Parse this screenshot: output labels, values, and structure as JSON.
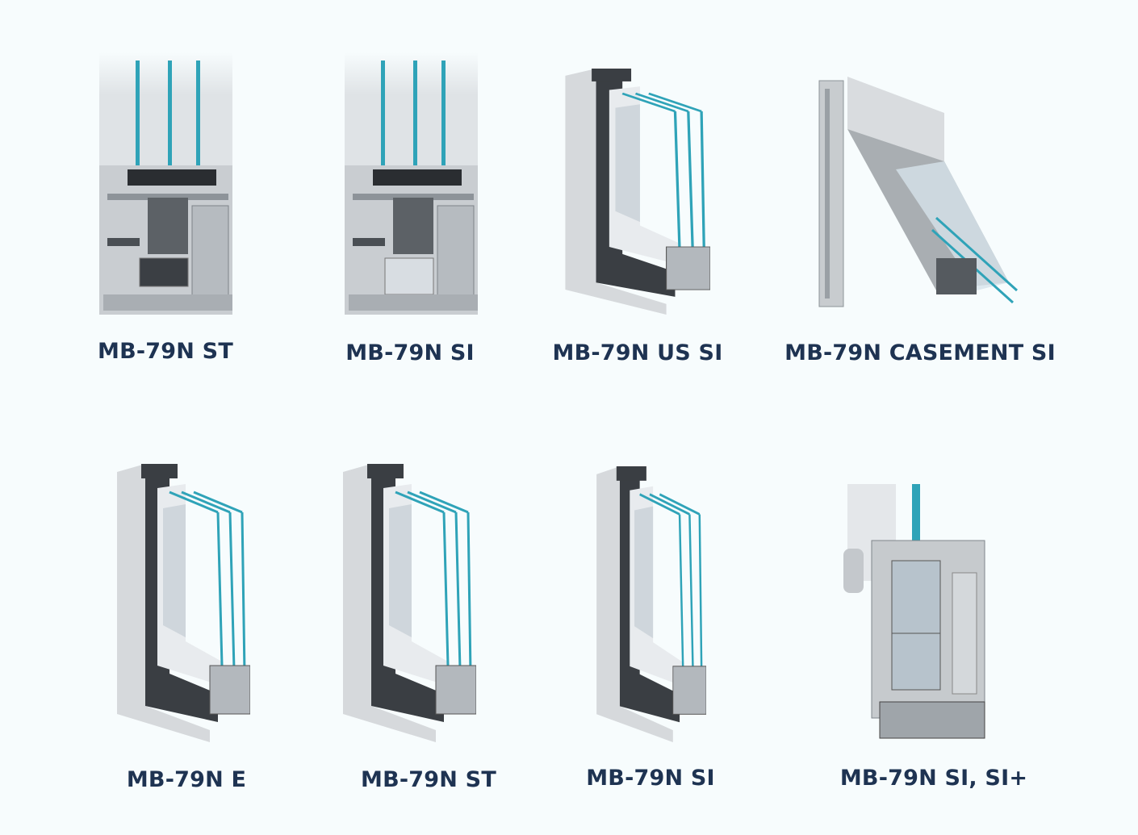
{
  "accent_color": "#1e3352",
  "glass_color": "#2fa3b8",
  "products": [
    {
      "label": "MB-79N ST",
      "illustration": "section-view"
    },
    {
      "label": "MB-79N SI",
      "illustration": "section-view-insulated"
    },
    {
      "label": "MB-79N US SI",
      "illustration": "corner-view"
    },
    {
      "label": "MB-79N CASEMENT SI",
      "illustration": "casement-open-view"
    },
    {
      "label": "MB-79N E",
      "illustration": "corner-view"
    },
    {
      "label": "MB-79N ST",
      "illustration": "corner-view"
    },
    {
      "label": "MB-79N SI",
      "illustration": "corner-view"
    },
    {
      "label": "MB-79N SI, SI+",
      "illustration": "door-section-view"
    }
  ]
}
